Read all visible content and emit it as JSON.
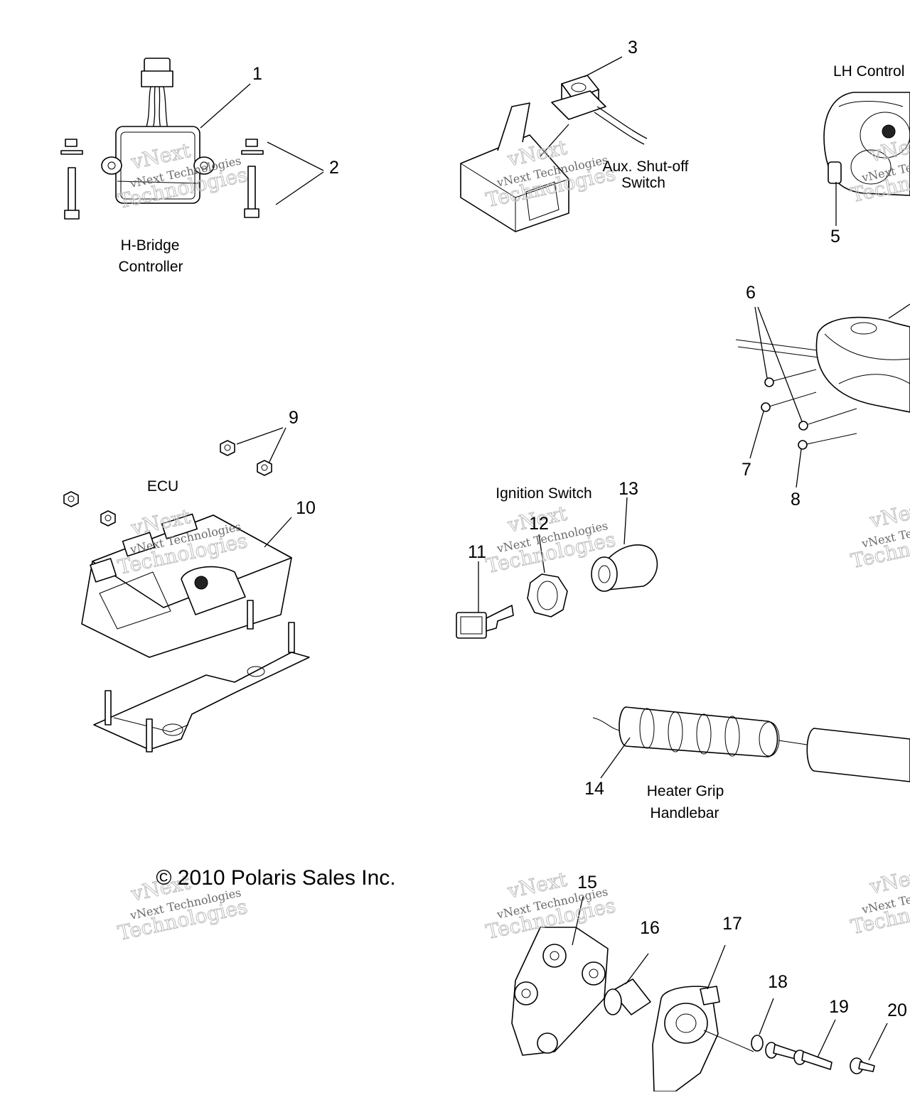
{
  "diagram": {
    "labels": {
      "h_bridge": [
        "H-Bridge",
        "Controller"
      ],
      "aux_switch": [
        "Aux. Shut-off",
        "Switch"
      ],
      "lh_control": "LH Control",
      "ecu": "ECU",
      "ignition_switch": "Ignition Switch",
      "heater_grip": [
        "Heater Grip",
        "Handlebar"
      ]
    },
    "callouts": [
      "1",
      "2",
      "3",
      "5",
      "6",
      "7",
      "8",
      "9",
      "10",
      "11",
      "12",
      "13",
      "14",
      "15",
      "16",
      "17",
      "18",
      "19",
      "20"
    ],
    "copyright": "© 2010 Polaris Sales Inc.",
    "watermark": {
      "line1": "vNext Technologies",
      "outline_top": "vNext",
      "outline_bottom": "Technologies"
    }
  }
}
